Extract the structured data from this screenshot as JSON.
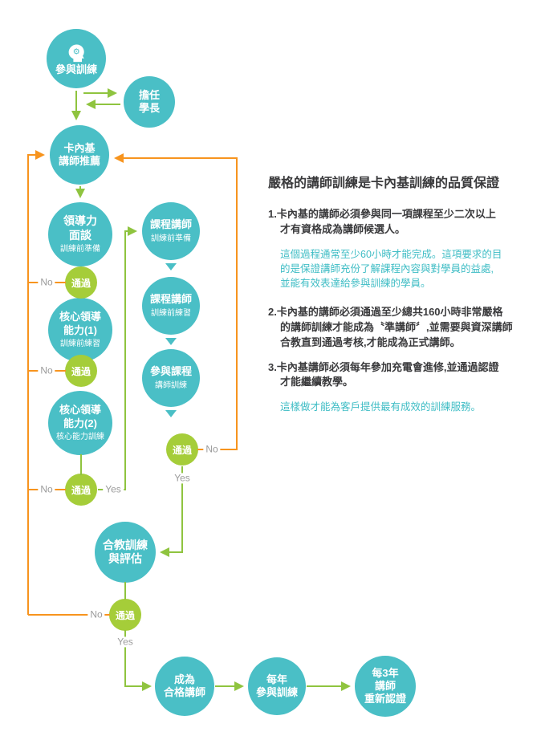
{
  "colors": {
    "teal": "#4ABFC6",
    "pass_green": "#A5CD39",
    "arrow_green": "#8FC43F",
    "arrow_orange": "#F7941E",
    "label_gray": "#9B9B9B",
    "text_dark": "#3A3A3C",
    "note_teal": "#3FBDC5"
  },
  "labels": {
    "pass": "通過",
    "no": "No",
    "yes": "Yes"
  },
  "icons": {
    "gear_glyph": "⚙"
  },
  "flow": {
    "nodes": {
      "join_training": {
        "title": "參與訓練"
      },
      "serve_senior": {
        "title": "擔任\n學長"
      },
      "trainer_recommend": {
        "title": "卡內基\n講師推薦"
      },
      "leadership_interview": {
        "title": "領導力\n面談",
        "subtitle": "訓練前準備"
      },
      "core_leadership_1": {
        "title": "核心領導\n能力(1)",
        "subtitle": "訓練前練習"
      },
      "core_leadership_2": {
        "title": "核心領導\n能力(2)",
        "subtitle": "核心能力訓練"
      },
      "course_trainer_prep": {
        "title": "課程講師",
        "subtitle": "訓練前準備"
      },
      "course_trainer_practice": {
        "title": "課程講師",
        "subtitle": "訓練前練習"
      },
      "join_course_training": {
        "title": "參與課程",
        "subtitle": "講師訓練"
      },
      "co_teach_eval": {
        "title": "合教訓練\n與評估"
      },
      "qualified_trainer": {
        "title": "成為\n合格講師"
      },
      "annual_training": {
        "title": "每年\n參與訓練"
      },
      "recertification": {
        "title": "每3年\n講師\n重新認證"
      }
    }
  },
  "panel": {
    "title": "嚴格的講師訓練是卡內基訓練的品質保證",
    "item1": "1.卡內基的講師必須參與同一項課程至少二次以上\n才有資格成為講師候選人。",
    "note1": "這個過程通常至少60小時才能完成。這項要求的目\n的是保證講師充份了解課程內容與對學員的益處,\n並能有效表達給參與訓練的學員。",
    "item2": "2.卡內基的講師必須通過至少總共160小時非常嚴格\n的講師訓練才能成為〝準講師〞,並需要與資深講師\n合教直到通過考核,才能成為正式講師。",
    "item3": "3.卡內基講師必須每年參加充電會進修,並通過認證\n才能繼續教學。",
    "note2": "這樣做才能為客戶提供最有成效的訓練服務。"
  }
}
